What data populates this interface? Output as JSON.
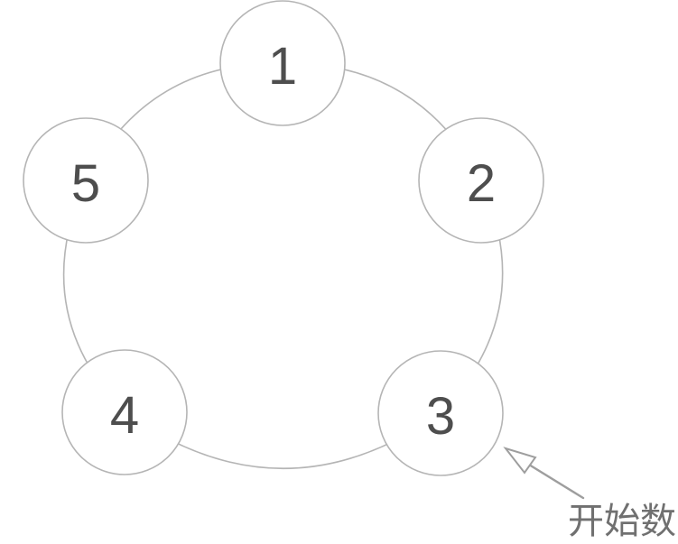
{
  "diagram": {
    "description": "circle-counting-diagram",
    "nodes": [
      {
        "value": "1"
      },
      {
        "value": "2"
      },
      {
        "value": "3"
      },
      {
        "value": "4"
      },
      {
        "value": "5"
      }
    ],
    "annotation": {
      "label": "开始数",
      "points_to_node": "3"
    }
  },
  "colors": {
    "background": "#ffffff",
    "ring-stroke": "#b5b5b5",
    "node-fill": "#ffffff",
    "digit": "#4e4e4e",
    "arrow": "#9e9e9e",
    "annotation-text": "#707070"
  }
}
